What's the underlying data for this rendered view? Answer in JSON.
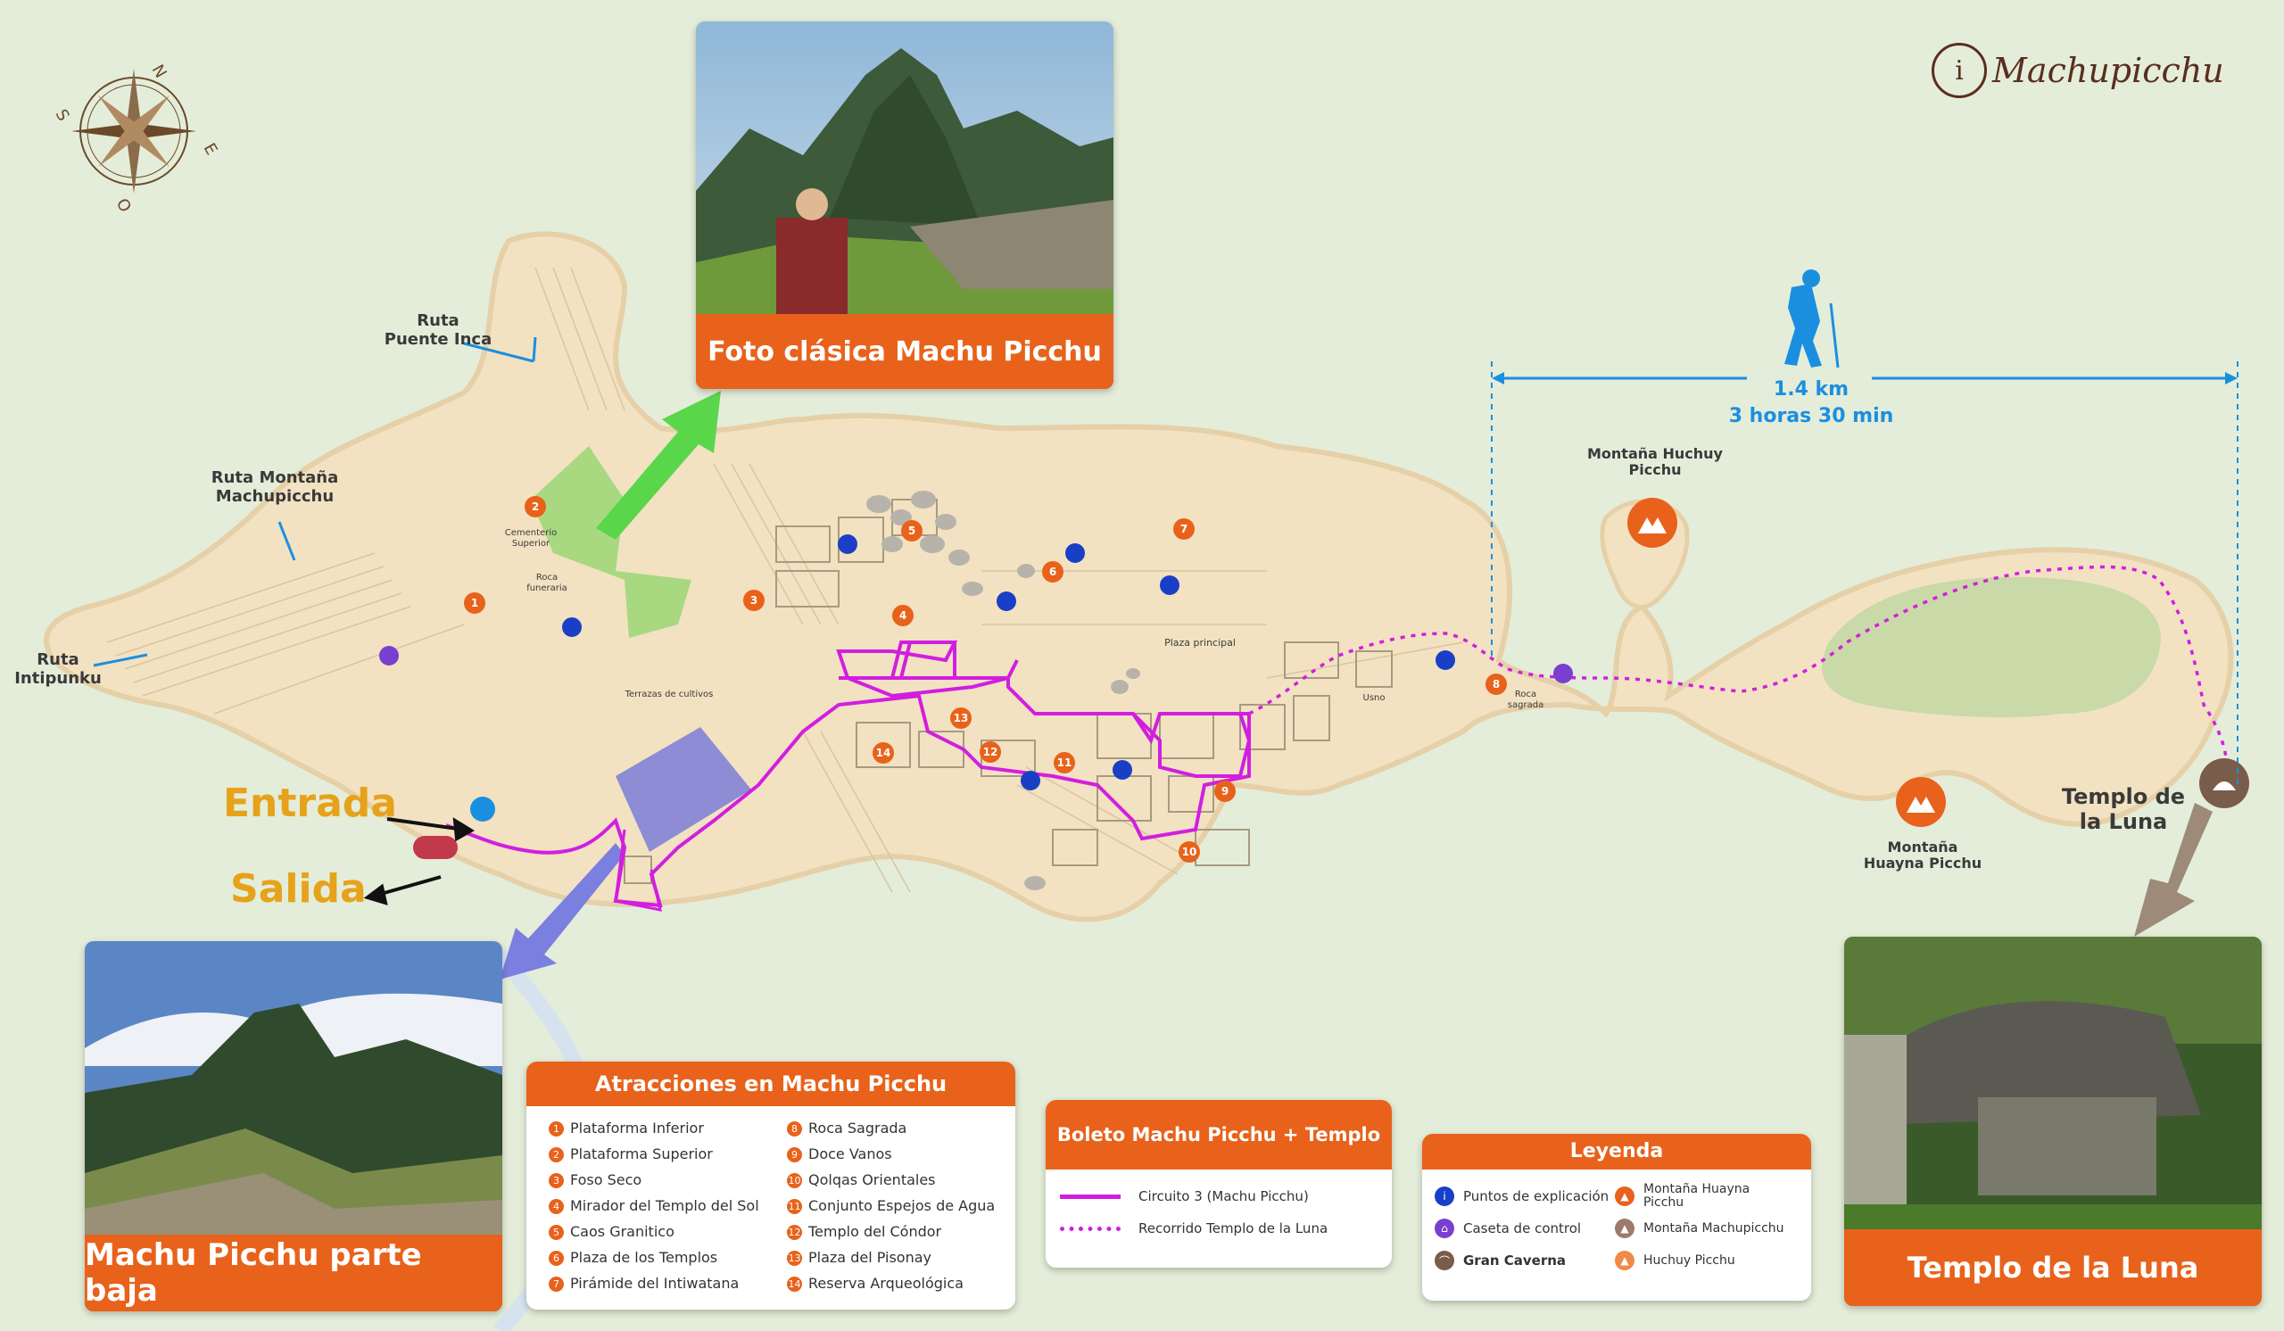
{
  "logo": {
    "text": "Machupicchu"
  },
  "compass": {
    "letters": [
      "N",
      "E",
      "S",
      "O"
    ]
  },
  "routes": {
    "puente_inca": "Ruta\nPuente Inca",
    "montana": "Ruta Montaña\nMachupicchu",
    "intipunku": "Ruta\nIntipunku"
  },
  "entrance": {
    "entrada": "Entrada",
    "salida": "Salida"
  },
  "map_labels": {
    "cementerio": "Cementerio\nSuperior",
    "roca_funeraria": "Roca\nfuneraria",
    "terrazas": "Terrazas de cultivos",
    "plaza_principal": "Plaza principal",
    "usno": "Usno",
    "roca_sagrada": "Roca\nsagrada",
    "huchuy_picchu": "Montaña Huchuy\nPicchu",
    "huayna_picchu": "Montaña\nHuayna Picchu",
    "templo_luna": "Templo de\nla Luna"
  },
  "distance": {
    "km": "1.4 km",
    "time": "3 horas 30 min"
  },
  "photos": {
    "foto_clasica": "Foto clásica Machu Picchu",
    "parte_baja": "Machu Picchu parte baja",
    "templo_luna": "Templo de la Luna"
  },
  "attractions": {
    "title": "Atracciones en Machu Picchu",
    "left": [
      {
        "n": "1",
        "label": "Plataforma Inferior"
      },
      {
        "n": "2",
        "label": "Plataforma Superior"
      },
      {
        "n": "3",
        "label": "Foso Seco"
      },
      {
        "n": "4",
        "label": "Mirador del Templo del Sol"
      },
      {
        "n": "5",
        "label": "Caos Granitico"
      },
      {
        "n": "6",
        "label": "Plaza de los Templos"
      },
      {
        "n": "7",
        "label": "Pirámide del Intiwatana"
      }
    ],
    "right": [
      {
        "n": "8",
        "label": "Roca Sagrada"
      },
      {
        "n": "9",
        "label": "Doce Vanos"
      },
      {
        "n": "10",
        "label": "Qolqas Orientales"
      },
      {
        "n": "11",
        "label": "Conjunto Espejos de Agua"
      },
      {
        "n": "12",
        "label": "Templo del Cóndor"
      },
      {
        "n": "13",
        "label": "Plaza del Pisonay"
      },
      {
        "n": "14",
        "label": "Reserva Arqueológica"
      }
    ]
  },
  "ticket": {
    "title": "Boleto Machu Picchu + Templo de la Luna",
    "circuit": "Circuito 3 (Machu Picchu)",
    "route": "Recorrido Templo de la Luna"
  },
  "legend": {
    "title": "Leyenda",
    "explicacion": "Puntos de explicación",
    "caseta": "Caseta de control",
    "caverna": "Gran Caverna",
    "huayna": "Montaña Huayna\nPicchu",
    "machupicchu": "Montaña Machupicchu",
    "huchuy": "Huchuy Picchu"
  },
  "colors": {
    "accent": "#e8621b",
    "route": "#d21ee0",
    "info": "#1a3fc7",
    "blue_line": "#1a8fe0"
  }
}
